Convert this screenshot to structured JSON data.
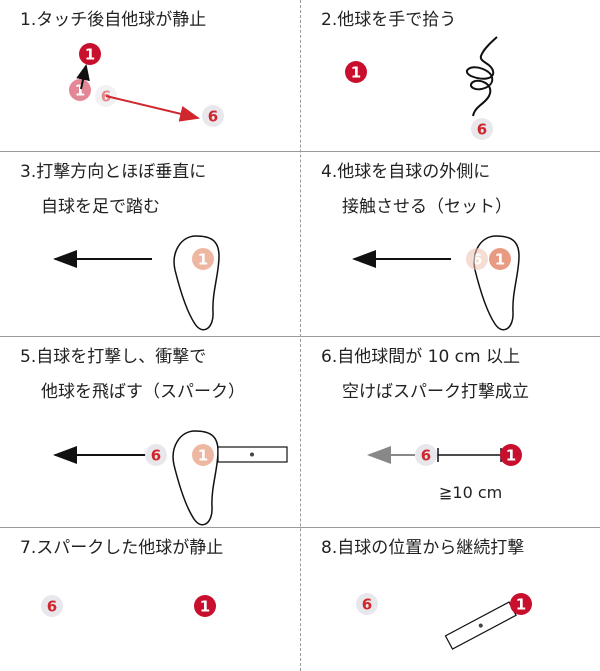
{
  "steps": [
    {
      "num": "1.",
      "line1": "タッチ後自他球が静止",
      "line2": ""
    },
    {
      "num": "2.",
      "line1": "他球を手で拾う",
      "line2": ""
    },
    {
      "num": "3.",
      "line1": "打撃方向とほぼ垂直に",
      "line2": "自球を足で踏む"
    },
    {
      "num": "4.",
      "line1": "他球を自球の外側に",
      "line2": "接触させる（セット）"
    },
    {
      "num": "5.",
      "line1": "自球を打撃し、衝撃で",
      "line2": "他球を飛ばす（スパーク）"
    },
    {
      "num": "6.",
      "line1": "自他球間が 10 cm 以上",
      "line2": "空けばスパーク打撃成立"
    },
    {
      "num": "7.",
      "line1": "スパークした他球が静止",
      "line2": ""
    },
    {
      "num": "8.",
      "line1": "自球の位置から継続打撃",
      "line2": ""
    }
  ],
  "balls": {
    "own": "1",
    "other": "6"
  },
  "distance_note": "≧10 cm",
  "colors": {
    "own_ball": "#c8102e",
    "other_ball": "#e8e8ec",
    "other_text": "#d0262e",
    "arrow_red": "#d0262e",
    "grid": "#9a9a9a"
  }
}
